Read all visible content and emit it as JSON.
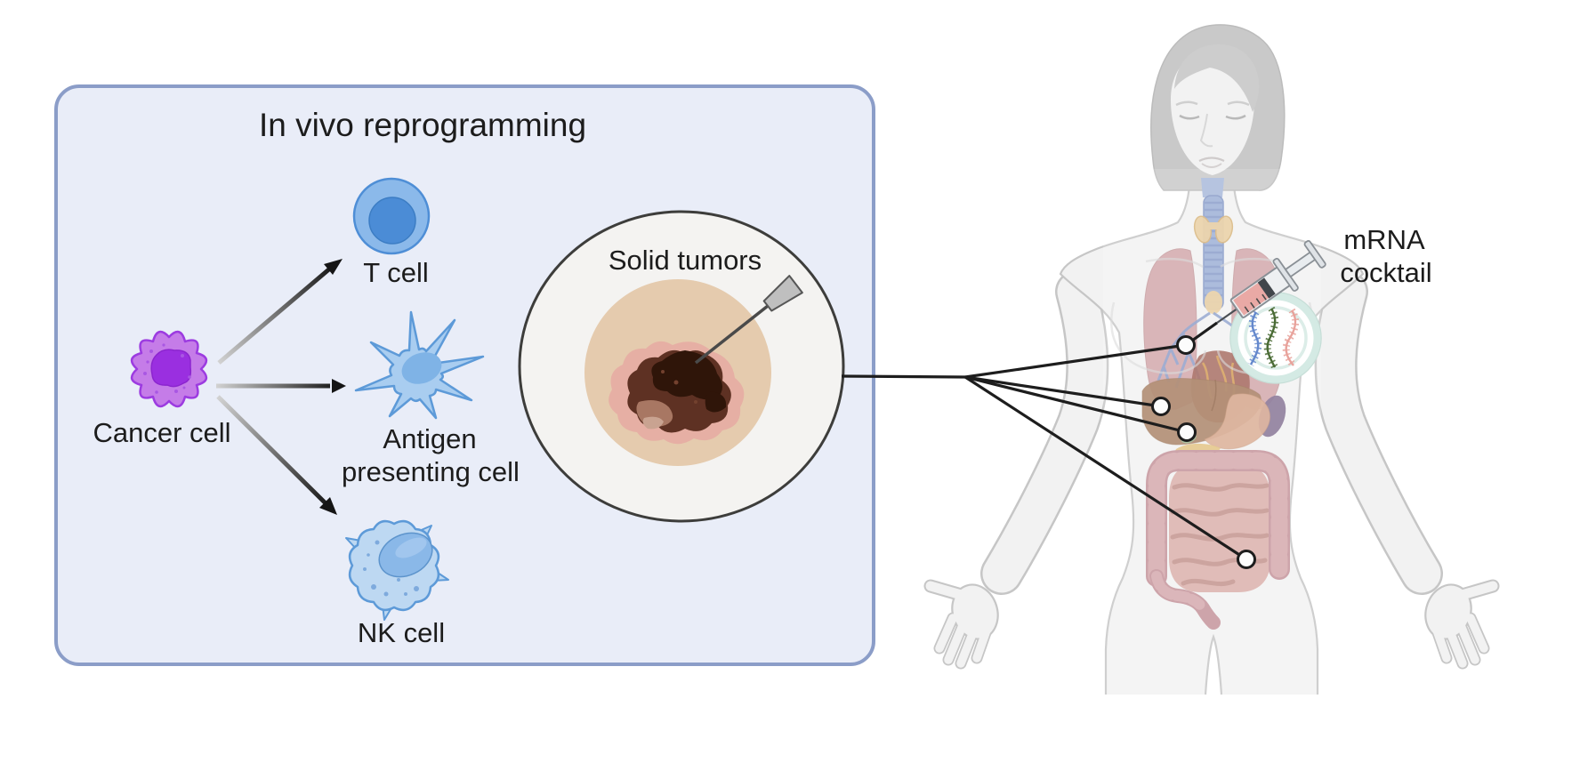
{
  "figure": {
    "panel": {
      "title": "In vivo reprogramming",
      "bg": "#e9edf8",
      "border": "#8b9dc8"
    },
    "cells": {
      "cancer": {
        "label": "Cancer cell",
        "body": "#c57ce8",
        "outline": "#9c3be0",
        "nucleus": "#9a2fe0"
      },
      "t_cell": {
        "label": "T cell",
        "body": "#8bb9ea",
        "outline": "#4e8ed6",
        "nucleus": "#4b8cd6"
      },
      "apc": {
        "label_line1": "Antigen",
        "label_line2": "presenting cell",
        "body": "#a9cdf0",
        "outline": "#5d9ad8",
        "nucleus": "#7fb3e6"
      },
      "nk": {
        "label": "NK cell",
        "body": "#bdd8f2",
        "outline": "#5d9ad8",
        "nucleus": "#8ab8e8"
      }
    },
    "tumor": {
      "label": "Solid tumors",
      "ring": "#3d3d3b",
      "skin": "#e5cbae",
      "halo": "#e5aca3",
      "mass_mid": "#5e3123",
      "mass_dark": "#2f1509"
    },
    "injection": {
      "label_line1": "mRNA",
      "label_line2": "cocktail",
      "ring_color": "#cfe7e1",
      "strand_blue": "#6488cc",
      "strand_green": "#4a6b35",
      "strand_pink": "#e8a29b",
      "liquid": "#e9a9a5"
    },
    "arrows": {
      "start_color": "#d2d2d2",
      "end_color": "#151515"
    },
    "connector_color": "#1d1d1d",
    "text_color": "#1c1c1c",
    "body_skin": "#f2f2f2",
    "body_outline": "#c6c6c6",
    "hair_color": "#c9c9c9"
  }
}
